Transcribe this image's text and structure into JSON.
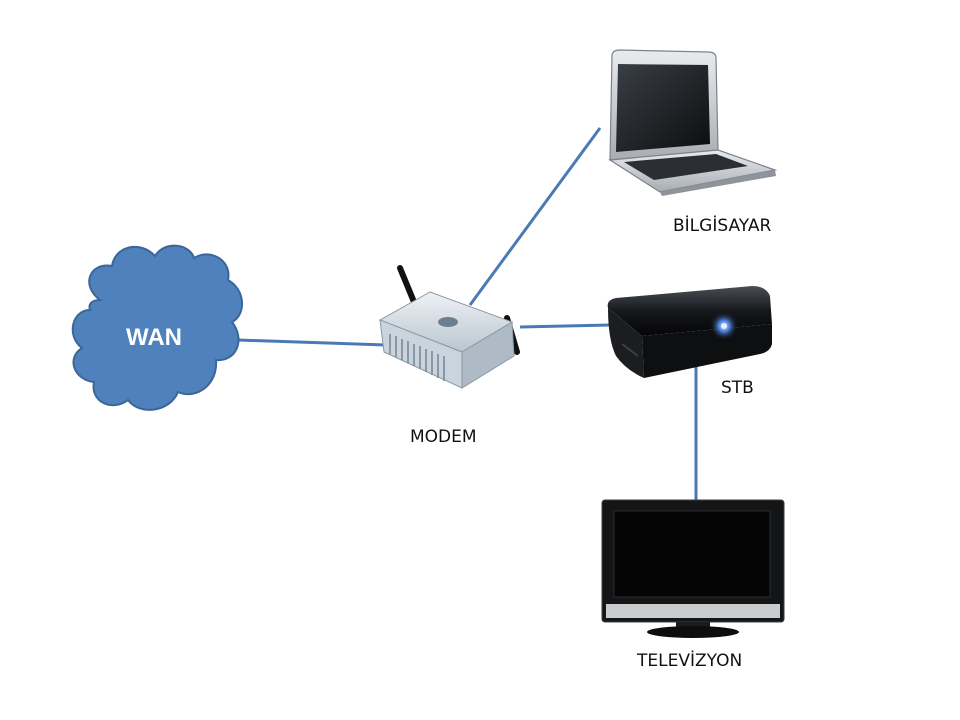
{
  "nodes": {
    "wan": {
      "label": "WAN"
    },
    "modem": {
      "label": "MODEM"
    },
    "computer": {
      "label": "BİLGİSAYAR"
    },
    "stb": {
      "label": "STB"
    },
    "tv": {
      "label": "TELEVİZYON"
    }
  },
  "edges": [
    {
      "from": "wan",
      "to": "modem"
    },
    {
      "from": "modem",
      "to": "computer"
    },
    {
      "from": "modem",
      "to": "stb"
    },
    {
      "from": "stb",
      "to": "tv"
    }
  ],
  "colors": {
    "link": "#4a7ab5",
    "cloud_fill": "#4f81bd",
    "cloud_stroke": "#3a6699",
    "cloud_text": "#ffffff"
  }
}
